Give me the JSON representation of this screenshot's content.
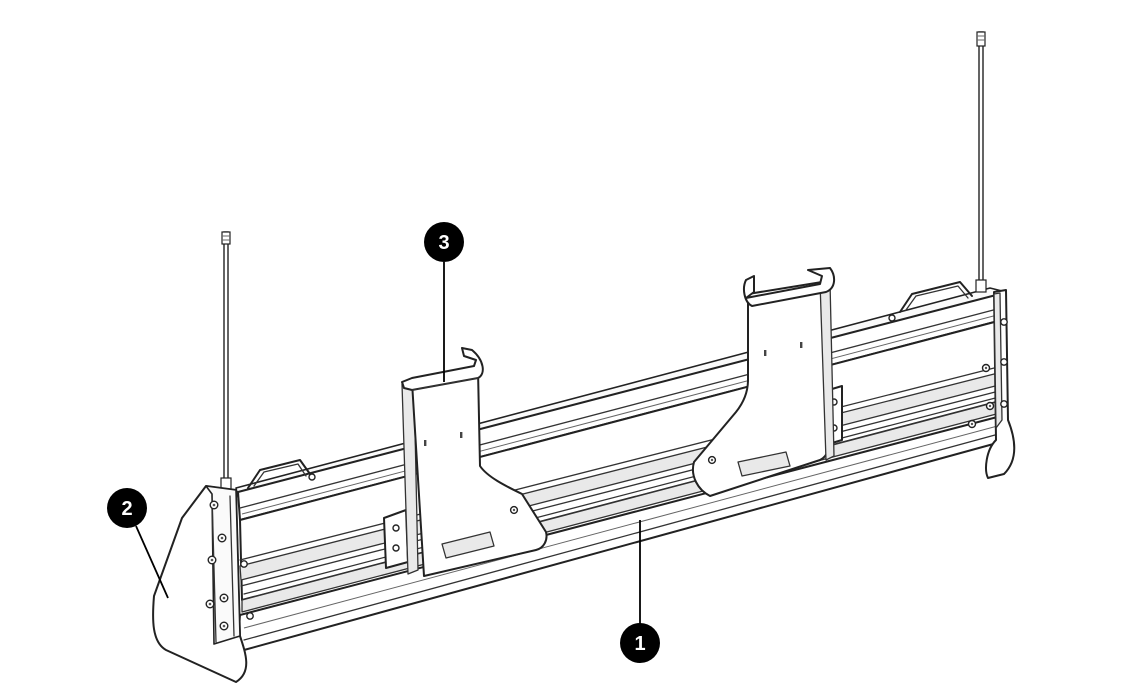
{
  "callouts": [
    {
      "id": "callout-1",
      "label": "1"
    },
    {
      "id": "callout-2",
      "label": "2"
    },
    {
      "id": "callout-3",
      "label": "3"
    }
  ],
  "colors": {
    "line": "#222222",
    "callout_fill": "#000000",
    "callout_text": "#ffffff",
    "background": "#ffffff"
  }
}
